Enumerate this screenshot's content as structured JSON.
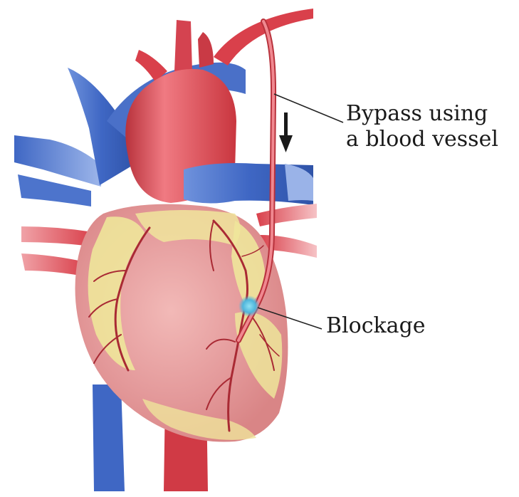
{
  "labels": {
    "bypass_line1": "Bypass using",
    "bypass_line2": "a blood vessel",
    "blockage": "Blockage"
  },
  "colors": {
    "artery_red": "#d9404b",
    "artery_dark": "#b8323c",
    "vein_blue": "#3f67c4",
    "vein_light": "#7f9fe0",
    "heart_pink": "#e8a3a3",
    "fat_yellow": "#eee79a",
    "blockage_blue": "#6fc8e6",
    "leader_line": "#222222"
  },
  "icons": {
    "flow_arrow": "down-arrow-icon"
  }
}
